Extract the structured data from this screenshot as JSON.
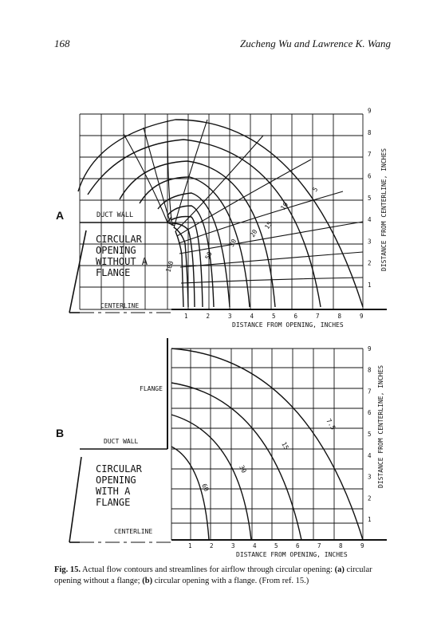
{
  "header": {
    "page_number": "168",
    "running_head": "Zucheng Wu and Lawrence K. Wang"
  },
  "figures": [
    {
      "panel": "A",
      "labels": {
        "duct_wall": "DUCT WALL",
        "opening": [
          "CIRCULAR",
          "OPENING",
          "WITHOUT A",
          "FLANGE"
        ],
        "centerline": "CENTERLINE",
        "x_axis": "DISTANCE FROM OPENING, INCHES",
        "y_axis": "DISTANCE FROM CENTERLINE, INCHES"
      },
      "x_ticks": [
        "1",
        "2",
        "3",
        "4",
        "5",
        "6",
        "7",
        "8",
        "9"
      ],
      "y_ticks": [
        "1",
        "2",
        "3",
        "4",
        "5",
        "6",
        "7",
        "8",
        "9"
      ],
      "contour_labels": [
        "5",
        "10",
        "15",
        "20",
        "30",
        "50",
        "100"
      ]
    },
    {
      "panel": "B",
      "labels": {
        "flange": "FLANGE",
        "duct_wall": "DUCT WALL",
        "opening": [
          "CIRCULAR",
          "OPENING",
          "WITH A",
          "FLANGE"
        ],
        "centerline": "CENTERLINE",
        "x_axis": "DISTANCE FROM OPENING, INCHES",
        "y_axis": "DISTANCE FROM CENTERLINE, INCHES"
      },
      "x_ticks": [
        "1",
        "2",
        "3",
        "4",
        "5",
        "6",
        "7",
        "8",
        "9"
      ],
      "y_ticks": [
        "1",
        "2",
        "3",
        "4",
        "5",
        "6",
        "7",
        "8",
        "9"
      ],
      "contour_labels": [
        "7.5",
        "15",
        "30",
        "60"
      ]
    }
  ],
  "caption": {
    "fig_label": "Fig. 15.",
    "text_1": " Actual flow contours and streamlines for airflow through circular opening: ",
    "a_label": "(a)",
    "text_2": " circular opening without a flange; ",
    "b_label": "(b)",
    "text_3": " circular opening with a flange. (From ref. 15.)"
  }
}
